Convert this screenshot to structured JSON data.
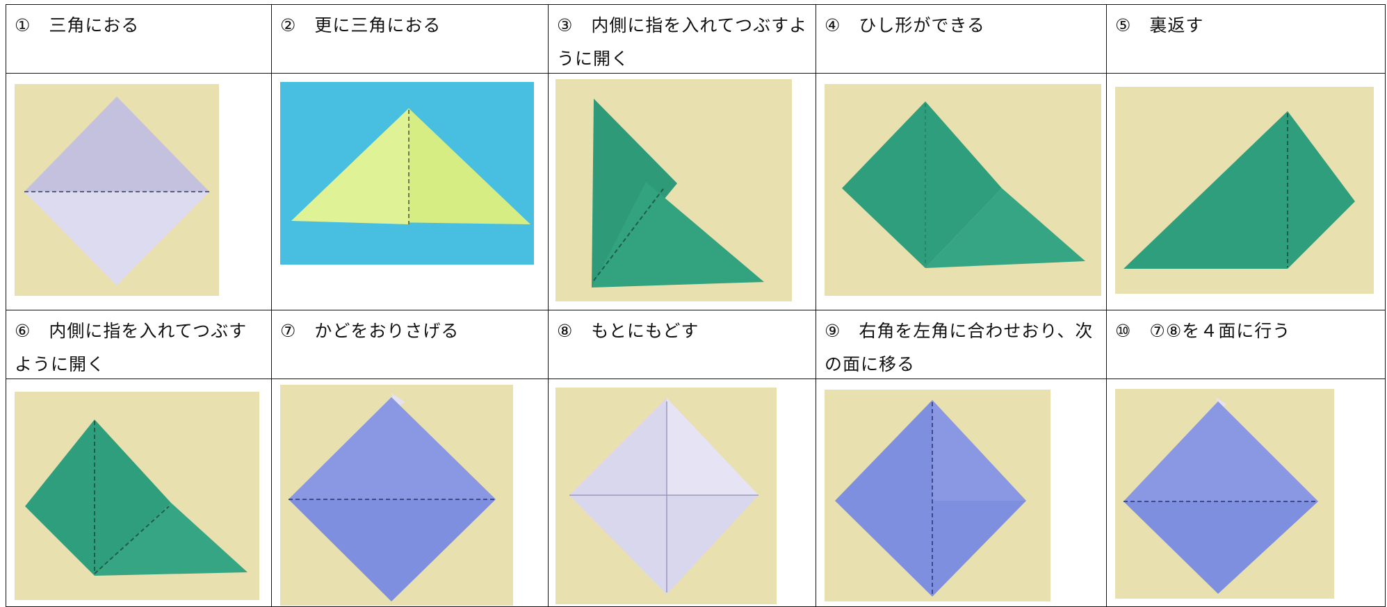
{
  "steps": [
    {
      "label": "①　三角におる",
      "photo": "origami-step-photo"
    },
    {
      "label": "②　更に三角におる",
      "photo": "origami-step-photo"
    },
    {
      "label": "③　内側に指を入れてつぶすように開く",
      "photo": "origami-step-photo"
    },
    {
      "label": "④　ひし形ができる",
      "photo": "origami-step-photo"
    },
    {
      "label": "⑤　裏返す",
      "photo": "origami-step-photo"
    },
    {
      "label": "⑥　内側に指を入れてつぶすように開く",
      "photo": "origami-step-photo"
    },
    {
      "label": "⑦　かどをおりさげる",
      "photo": "origami-step-photo"
    },
    {
      "label": "⑧　もとにもどす",
      "photo": "origami-step-photo"
    },
    {
      "label": "⑨　右角を左角に合わせおり、次の面に移る",
      "photo": "origami-step-photo"
    },
    {
      "label": "⑩　⑦⑧を４面に行う",
      "photo": "origami-step-photo"
    }
  ],
  "colors": {
    "background_tan": "#e8e0ae",
    "background_cyan": "#48bfe0",
    "paper_lavender": "#c9c6e4",
    "paper_yellow": "#dcef8c",
    "paper_green": "#2f9e7c",
    "paper_blue": "#7f8fe0",
    "paper_white": "#dedcf0"
  }
}
